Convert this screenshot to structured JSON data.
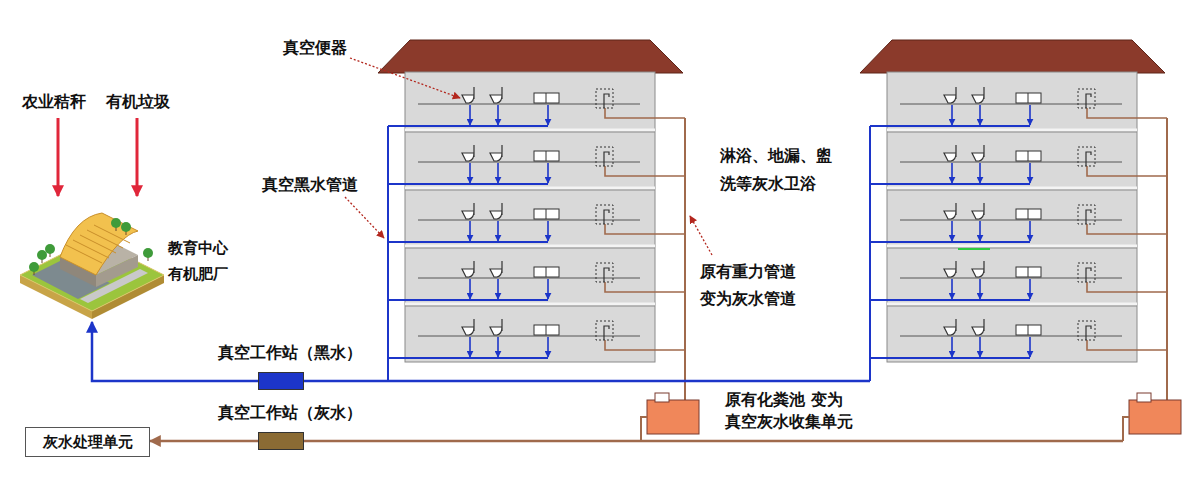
{
  "diagram": {
    "nodes": [
      {
        "text": [
          "教育中心 有机肥厂"
        ]
      },
      {
        "text": [
          "真空工作站（黑水）"
        ]
      },
      {
        "text": [
          "真空工作站（灰水）"
        ]
      },
      {
        "text": [
          "灰水处理单元"
        ]
      }
    ],
    "edges": [
      {
        "from": 1,
        "to": 0,
        "arrow": "to"
      },
      {
        "from": 2,
        "to": 3,
        "arrow": "to"
      }
    ],
    "labels": [
      "农业秸秆",
      "有机垃圾",
      "真空便器",
      "真空黑水管道",
      "淋浴、地漏、盥洗等灰水卫浴",
      "原有重力管道 变为灰水管道",
      "原有化粪池 变为 真空灰水收集单元"
    ]
  }
}
